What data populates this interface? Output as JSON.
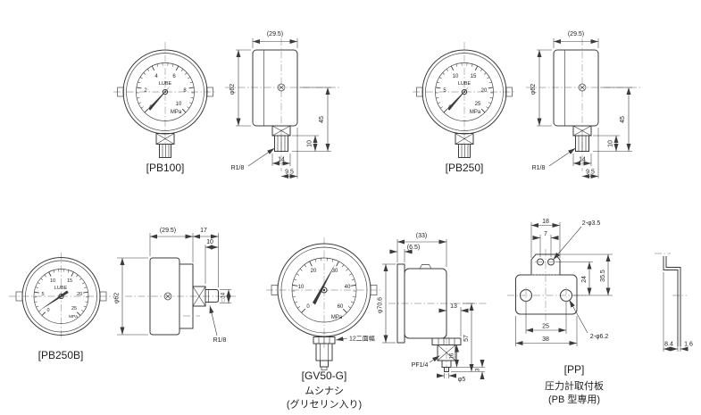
{
  "colors": {
    "background": "#ffffff",
    "line": "#3b3b3b",
    "centerline": "#9b9b9b",
    "text": "#1e1e1e"
  },
  "figures": {
    "pb100": {
      "label": "[PB100]",
      "dial": {
        "brand": "LUBE",
        "unit": "MPa",
        "ticks": [
          "0",
          "2",
          "4",
          "6",
          "8",
          "10"
        ]
      },
      "side": {
        "top_width": "(29.5)",
        "diameter": "φ62",
        "height_45": "45",
        "thread_len_10": "10",
        "width_14": "14",
        "offset_9_5": "9.5",
        "thread": "R1/8"
      }
    },
    "pb250": {
      "label": "[PB250]",
      "dial": {
        "brand": "LUBE",
        "unit": "MPa",
        "ticks": [
          "0",
          "5",
          "10",
          "15",
          "20",
          "25"
        ]
      },
      "side": {
        "top_width": "(29.5)",
        "diameter": "φ62",
        "height_45": "45",
        "thread_len_10": "10",
        "width_14": "14",
        "offset_9_5": "9.5",
        "thread": "R1/8"
      }
    },
    "pb250b": {
      "label": "[PB250B]",
      "dial": {
        "brand": "LUBE",
        "unit": "MPa",
        "ticks": [
          "0",
          "5",
          "10",
          "15",
          "20",
          "25"
        ]
      },
      "side": {
        "case_width": "(29.5)",
        "back_len_17": "17",
        "thread_len_10": "10",
        "diameter": "φ62",
        "square_14": "□14",
        "thread": "R1/8"
      }
    },
    "gv50g": {
      "label": "[GV50-G]",
      "sub1": "ムシナシ",
      "sub2": "(グリセリン入り)",
      "dial": {
        "unit": "MPa",
        "ticks": [
          "0",
          "10",
          "20",
          "30",
          "40",
          "60"
        ]
      },
      "flats": "12二面幅",
      "side": {
        "case_width": "(33)",
        "flange_6_5": "(6.5)",
        "diameter": "φ70.6",
        "offset_13": "13",
        "height_57": "57",
        "hex_16": "16",
        "tip_3": "3",
        "tip_dia": "φ5",
        "thread": "PF1/4"
      }
    },
    "pp": {
      "label": "[PP]",
      "sub1": "圧力計取付板",
      "sub2": "(PB 型専用)",
      "dims": {
        "tab_width": "18",
        "hole_pitch_top": "7",
        "holes_top": "2-φ3.5",
        "h24": "24",
        "h35_5": "35.5",
        "pitch_25": "25",
        "width_38": "38",
        "holes_bottom": "2-φ6.2",
        "depth_8_4": "8.4",
        "thickness_1_6": "1.6"
      }
    }
  }
}
